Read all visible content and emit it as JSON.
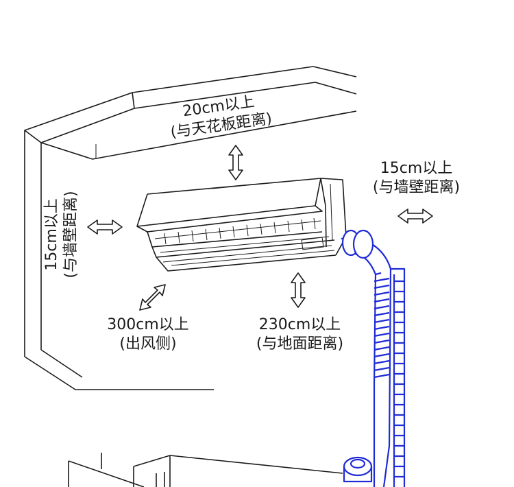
{
  "labels": {
    "ceiling": {
      "line1": "20cm以上",
      "line2": "(与天花板距离)"
    },
    "right_wall": {
      "line1": "15cm以上",
      "line2": "(与墙壁距离)"
    },
    "left_wall": {
      "line1": "15cm以上",
      "line2": "(与墙壁距离)"
    },
    "outlet_side": {
      "line1": "300cm以上",
      "line2": "(出风侧)"
    },
    "floor": {
      "line1": "230cm以上",
      "line2": "(与地面距离)"
    }
  },
  "colors": {
    "line": "#1a1a1a",
    "hose": "#1f2bd6",
    "background": "#ffffff"
  },
  "icons": [
    "double-arrow-vertical-icon",
    "double-arrow-horizontal-icon",
    "double-arrow-diagonal-icon"
  ]
}
